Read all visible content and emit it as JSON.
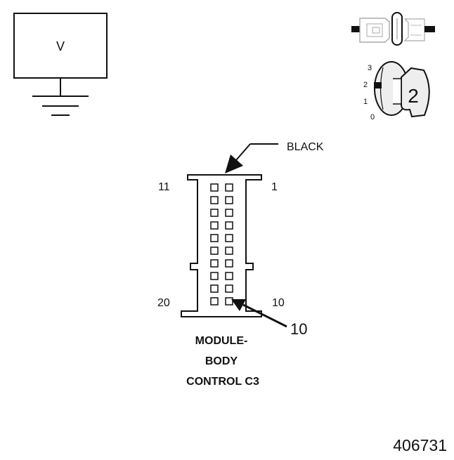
{
  "voltmeter": {
    "symbol": "V"
  },
  "ignition_key": {
    "positions": [
      "3",
      "2",
      "1",
      "0"
    ],
    "selected_label": "2"
  },
  "connector": {
    "color_label": "BLACK",
    "pin_top_left": "11",
    "pin_top_right": "1",
    "pin_bottom_left": "20",
    "pin_bottom_right": "10",
    "callout_pin": "10",
    "title_line1": "MODULE-",
    "title_line2": "BODY",
    "title_line3": "CONTROL C3"
  },
  "figure_number": "406731",
  "colors": {
    "line": "#111111",
    "background": "#ffffff",
    "key_fill": "#eeeeee"
  }
}
